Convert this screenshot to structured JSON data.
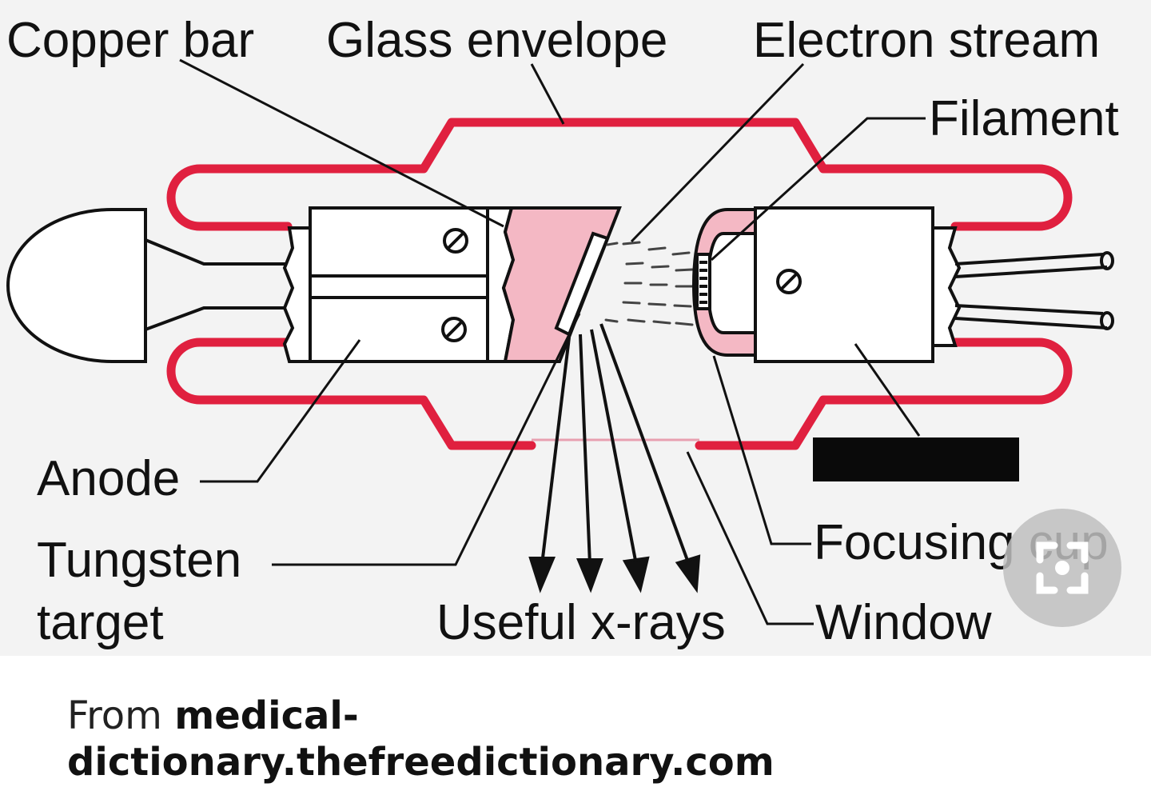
{
  "labels": {
    "copper_bar": "Copper bar",
    "glass_envelope": "Glass envelope",
    "electron_stream": "Electron stream",
    "filament": "Filament",
    "anode": "Anode",
    "tungsten_line1": "Tungsten",
    "tungsten_line2": "target",
    "focusing_cup": "Focusing cup",
    "useful_xrays": "Useful x-rays",
    "window": "Window"
  },
  "source": {
    "prefix": "From ",
    "site_line1": "medical-",
    "site_line2": "dictionary.thefreedictionary.com"
  },
  "colors": {
    "envelope": "#e0203f",
    "copper_fill": "#f4b8c4",
    "ink": "#111111",
    "background": "#f3f3f3"
  },
  "icons": {
    "lens": "image-search-icon"
  }
}
